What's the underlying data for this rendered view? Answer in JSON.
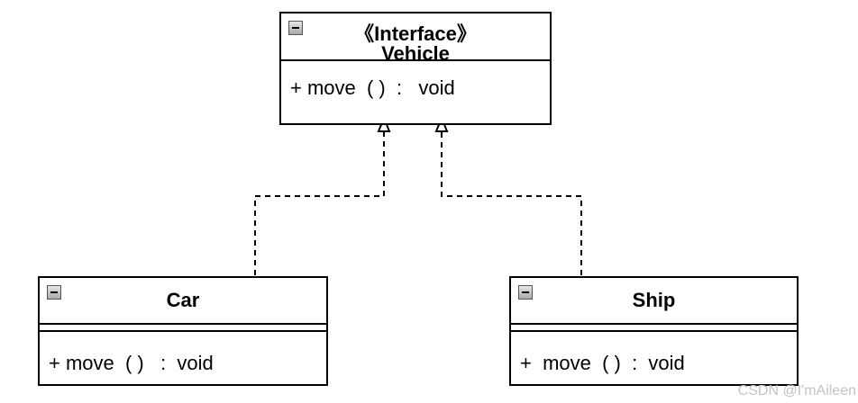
{
  "diagram": {
    "interface": {
      "stereotype": "《Interface》",
      "name": "Vehicle",
      "operation": "+ move  ( )  :   void"
    },
    "classes": [
      {
        "id": "car",
        "name": "Car",
        "operation": "+ move  ( )   :  void"
      },
      {
        "id": "ship",
        "name": "Ship",
        "operation": "+  move  ( )  :  void"
      }
    ],
    "relations": [
      {
        "from": "Car",
        "to": "Vehicle",
        "kind": "realization"
      },
      {
        "from": "Ship",
        "to": "Vehicle",
        "kind": "realization"
      }
    ]
  },
  "watermark": "CSDN @I'mAileen"
}
